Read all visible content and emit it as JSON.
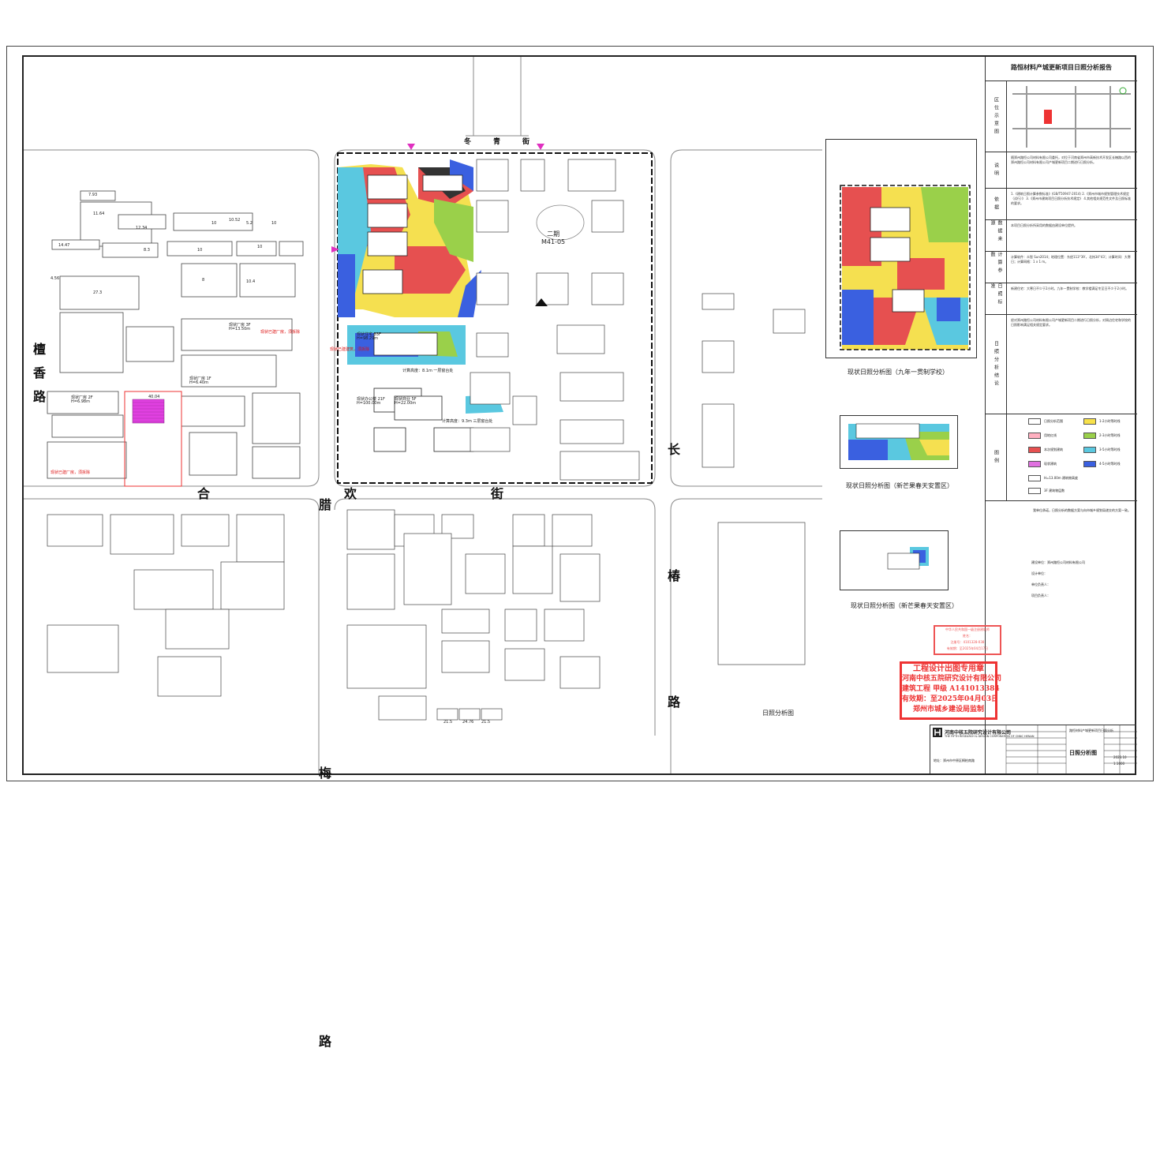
{
  "title": "路恒材料产城更新项目日照分析报告",
  "roads": {
    "north": "冬青街",
    "west_1": "檀香路",
    "middle_h": "合欢街",
    "middle_v": "腊梅路",
    "east": "长椿路"
  },
  "plot_label": "二期\nM41-05",
  "captions": {
    "main": "日照分析图",
    "inset1": "现状日照分析图（九年一贯制学校）",
    "inset2": "现状日照分析图（新芒果春天安置区）",
    "inset3": "现状日照分析图（新芒果春天安置区）"
  },
  "panel": {
    "rows": [
      {
        "label": "区位示意图",
        "text": ""
      },
      {
        "label": "说明",
        "text": "随郑州路恒公司材料有限公司委托，对位于河南省郑州市高新技术开发区长椿路以西的郑州路恒公司材料有限公司产城更新项目二期进行日照分析。"
      },
      {
        "label": "依据",
        "text": "1.《建筑日照计算参数标准》(GB/T50947-2014)  2.《郑州市城市规划管理技术规定（试行）》  3.《郑州市建筑项目日照分析技术规定》  4.其他相关规范性文件及日照标准的要求。"
      },
      {
        "label": "数据来源",
        "text": "本项目日照分析所采用的数据由建设单位提供。"
      },
      {
        "label": "计算参数",
        "text": "计算软件：众智 Sun2014；地理位置：东经113°39′，北纬34°43′；计算时间：大寒日；计算网格：1 x 1 m。"
      },
      {
        "label": "日照标准",
        "text": "新建住宅：大寒日不少于2小时。九年一贯制学校：教学楼满足冬至日不少于2小时。"
      },
      {
        "label": "日照分析结论",
        "text": "经对郑州路恒公司材料有限公司产城更新项目二期进行日照分析，对周边住宅和学校的日照影响满足相关规定要求。"
      }
    ],
    "legend": [
      {
        "label": "日照分析范围",
        "color": "#ffffff"
      },
      {
        "label": "1-2小时等时线",
        "color": "#f7e14a"
      },
      {
        "label": "用地红线",
        "color": "#ffb0c0"
      },
      {
        "label": "2-3小时等时线",
        "color": "#9ad04a"
      },
      {
        "label": "本次规划建筑",
        "color": "#e65050"
      },
      {
        "label": "3-5小时等时线",
        "color": "#5ac8e0"
      },
      {
        "label": "现状建筑",
        "color": "#e070e0"
      },
      {
        "label": "4-5小时等时线",
        "color": "#3a60e0"
      },
      {
        "label": "H=13.00m 建筑物高度",
        "color": "#ffffff"
      },
      {
        "label": "3F 建筑物层数",
        "color": "#ffffff"
      }
    ],
    "signatures": [
      "建设单位：郑州路恒公司材料有限公司",
      "设计单位：",
      "单位负责人：",
      "项目负责人："
    ],
    "disclaimer": "我单位承诺，日照分析的数据方案与向市城乡规划局递交的方案一致。"
  },
  "stamp": {
    "line1": "工程设计出图专用章",
    "line2": "河南中核五院研究设计有限公司",
    "line3": "建筑工程  甲级  A141013384",
    "line4": "有效期：至2025年04月03日",
    "line5": "郑州市城乡建设局监制"
  },
  "seal": {
    "line1": "中华人民共和国一级注册建筑师",
    "line2": "姓名：",
    "line3": "注册号：4101328-038",
    "line4": "有效期：至2025年04月17日"
  },
  "titleblock": {
    "company": "河南中核五院研究设计有限公司",
    "company_en": "THE FIFTH RESEARCH & DESIGN CORPORATION OF CNNC HENAN",
    "drawing_name": "日照分析图",
    "project": "路恒材料产城更新项目日照分析",
    "address": "地址：郑州市中原区桐柏南路",
    "scale": "1:1000",
    "date": "2023.10"
  },
  "map": {
    "buildings": [
      {
        "label": "现状厂房 2F",
        "h": "H=6.98m"
      },
      {
        "label": "现状厂房 3F",
        "h": "H=13.50m"
      },
      {
        "label": "现状厂房 1F",
        "h": "H=6.40m"
      },
      {
        "label": "现状住宅 33F",
        "h": "H=98.29m"
      },
      {
        "label": "现状办公楼 21F",
        "h": "H=100.00m"
      },
      {
        "label": "现状商业 5F",
        "h": "H=22.00m"
      }
    ],
    "notes_red": [
      "现状已建厂房，须拆除",
      "现状已建建筑，须拆除",
      "现状已建厂房，须拆除"
    ],
    "shadow_labels": [
      "计算高度：8.1m 一层窗台处",
      "计算高度：9.3m 三层窗台处"
    ],
    "numbers": [
      "7.93",
      "11.64",
      "12.34",
      "10",
      "10.52",
      "5.2",
      "10",
      "14.47",
      "8.3",
      "10",
      "10",
      "4.56",
      "27.3",
      "8",
      "10.4",
      "40.04",
      "21.5",
      "24.76",
      "21.5"
    ]
  }
}
